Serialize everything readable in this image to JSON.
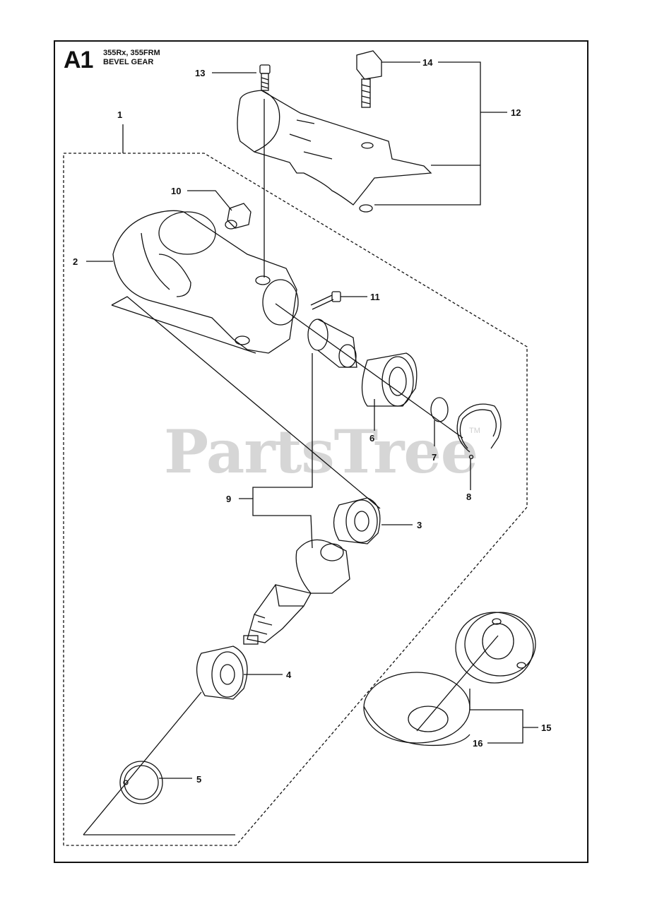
{
  "header": {
    "page_code": "A1",
    "models": "355Rx, 355FRM",
    "section_title": "BEVEL GEAR"
  },
  "watermark": {
    "text": "PartsTree",
    "tm": "TM"
  },
  "callouts": [
    "1",
    "2",
    "3",
    "4",
    "5",
    "6",
    "7",
    "8",
    "9",
    "10",
    "11",
    "12",
    "13",
    "14",
    "15",
    "16"
  ],
  "colors": {
    "ink": "#111111",
    "watermark": "#d6d6d6",
    "paper": "#ffffff"
  }
}
